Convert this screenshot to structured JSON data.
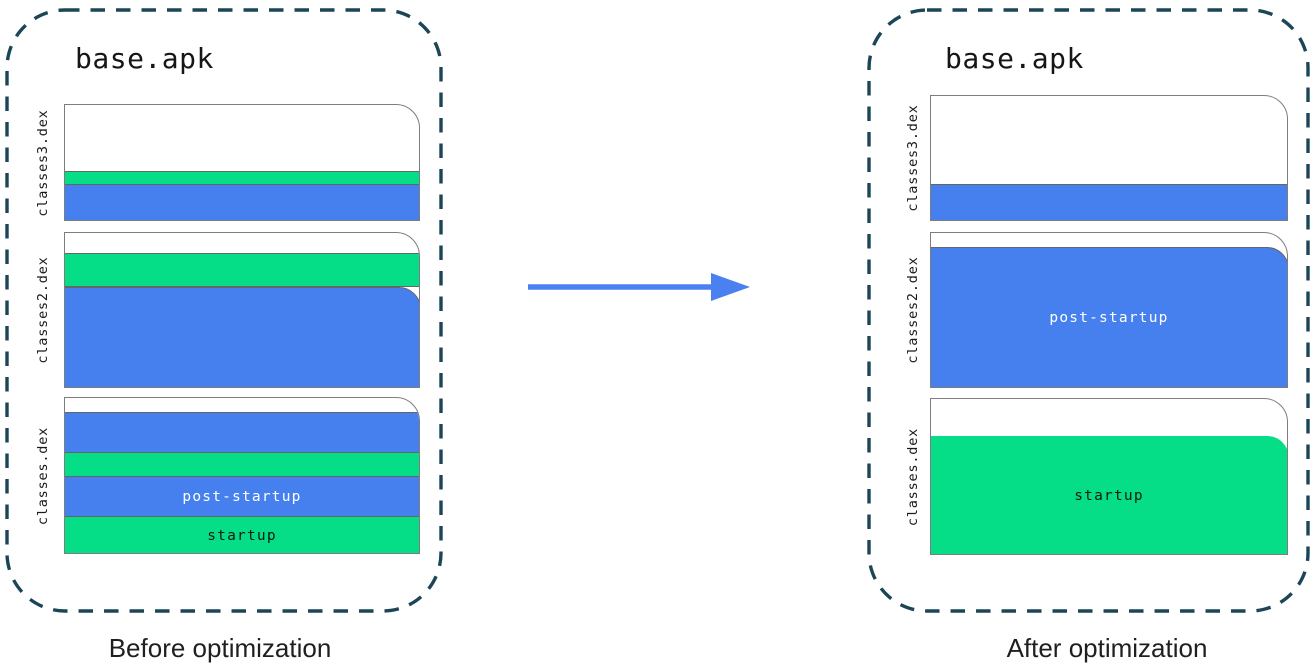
{
  "before": {
    "title": "base.apk",
    "caption": "Before optimization",
    "files": [
      {
        "name": "classes3.dex"
      },
      {
        "name": "classes2.dex"
      },
      {
        "name": "classes.dex",
        "bands": {
          "post_startup": "post-startup",
          "startup": "startup"
        }
      }
    ]
  },
  "after": {
    "title": "base.apk",
    "caption": "After optimization",
    "files": [
      {
        "name": "classes3.dex"
      },
      {
        "name": "classes2.dex",
        "bands": {
          "post_startup": "post-startup"
        }
      },
      {
        "name": "classes.dex",
        "bands": {
          "startup": "startup"
        }
      }
    ]
  },
  "colors": {
    "startup_green": "#06dd87",
    "post_startup_blue": "#4680ee",
    "arrow_blue": "#4a80ef",
    "outline_navy": "#1c4557",
    "page_border_gray": "#7d7d7d",
    "text_black": "#161616"
  }
}
